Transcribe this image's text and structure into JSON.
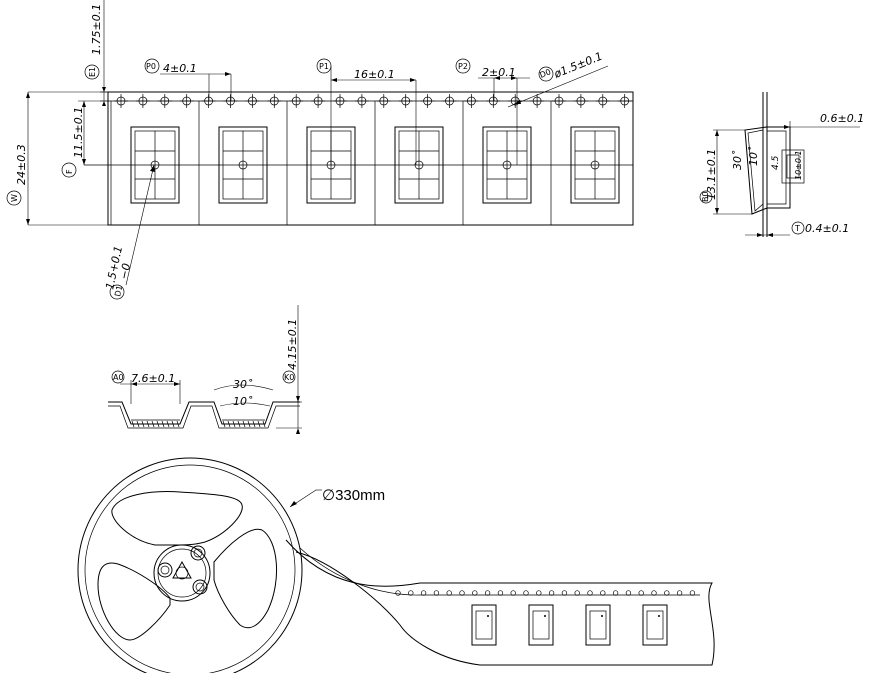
{
  "tape_top": {
    "labels": {
      "e1_dim": "1.75±0.1",
      "e1_tag": "E1",
      "p0_tag": "P0",
      "p0_dim": "4±0.1",
      "p1_tag": "P1",
      "p1_dim": "16±0.1",
      "p2_tag": "P2",
      "p2_dim": "2±0.1",
      "d0_tag": "D0",
      "d0_dim": "ø1.5±0.1",
      "f_tag": "F",
      "f_dim": "11.5±0.1",
      "w_tag": "W",
      "w_dim": "24±0.3",
      "d1_dim": "1.5+0.1",
      "d1_dim2": "−0",
      "d1_tag": "D1"
    },
    "pocket_count": 6,
    "sprocket_hole_count": 24
  },
  "side_view": {
    "labels": {
      "thick_dim": "0.6±0.1",
      "b0_tag": "B0",
      "b0_dim": "13.1±0.1",
      "angle_30": "30˚",
      "angle_10": "10˚",
      "inner_45": "4.5",
      "inner_10": "10±0.1",
      "t_tag": "T",
      "t_dim": "0.4±0.1"
    }
  },
  "cross_section": {
    "labels": {
      "a0_tag": "A0",
      "a0_dim": "7.6±0.1",
      "angle_30": "30˚",
      "angle_10": "10˚",
      "k0_tag": "K0",
      "k0_dim": "4.15±0.1"
    }
  },
  "reel": {
    "diameter_label": "∅330mm",
    "tape_pocket_count": 4
  }
}
